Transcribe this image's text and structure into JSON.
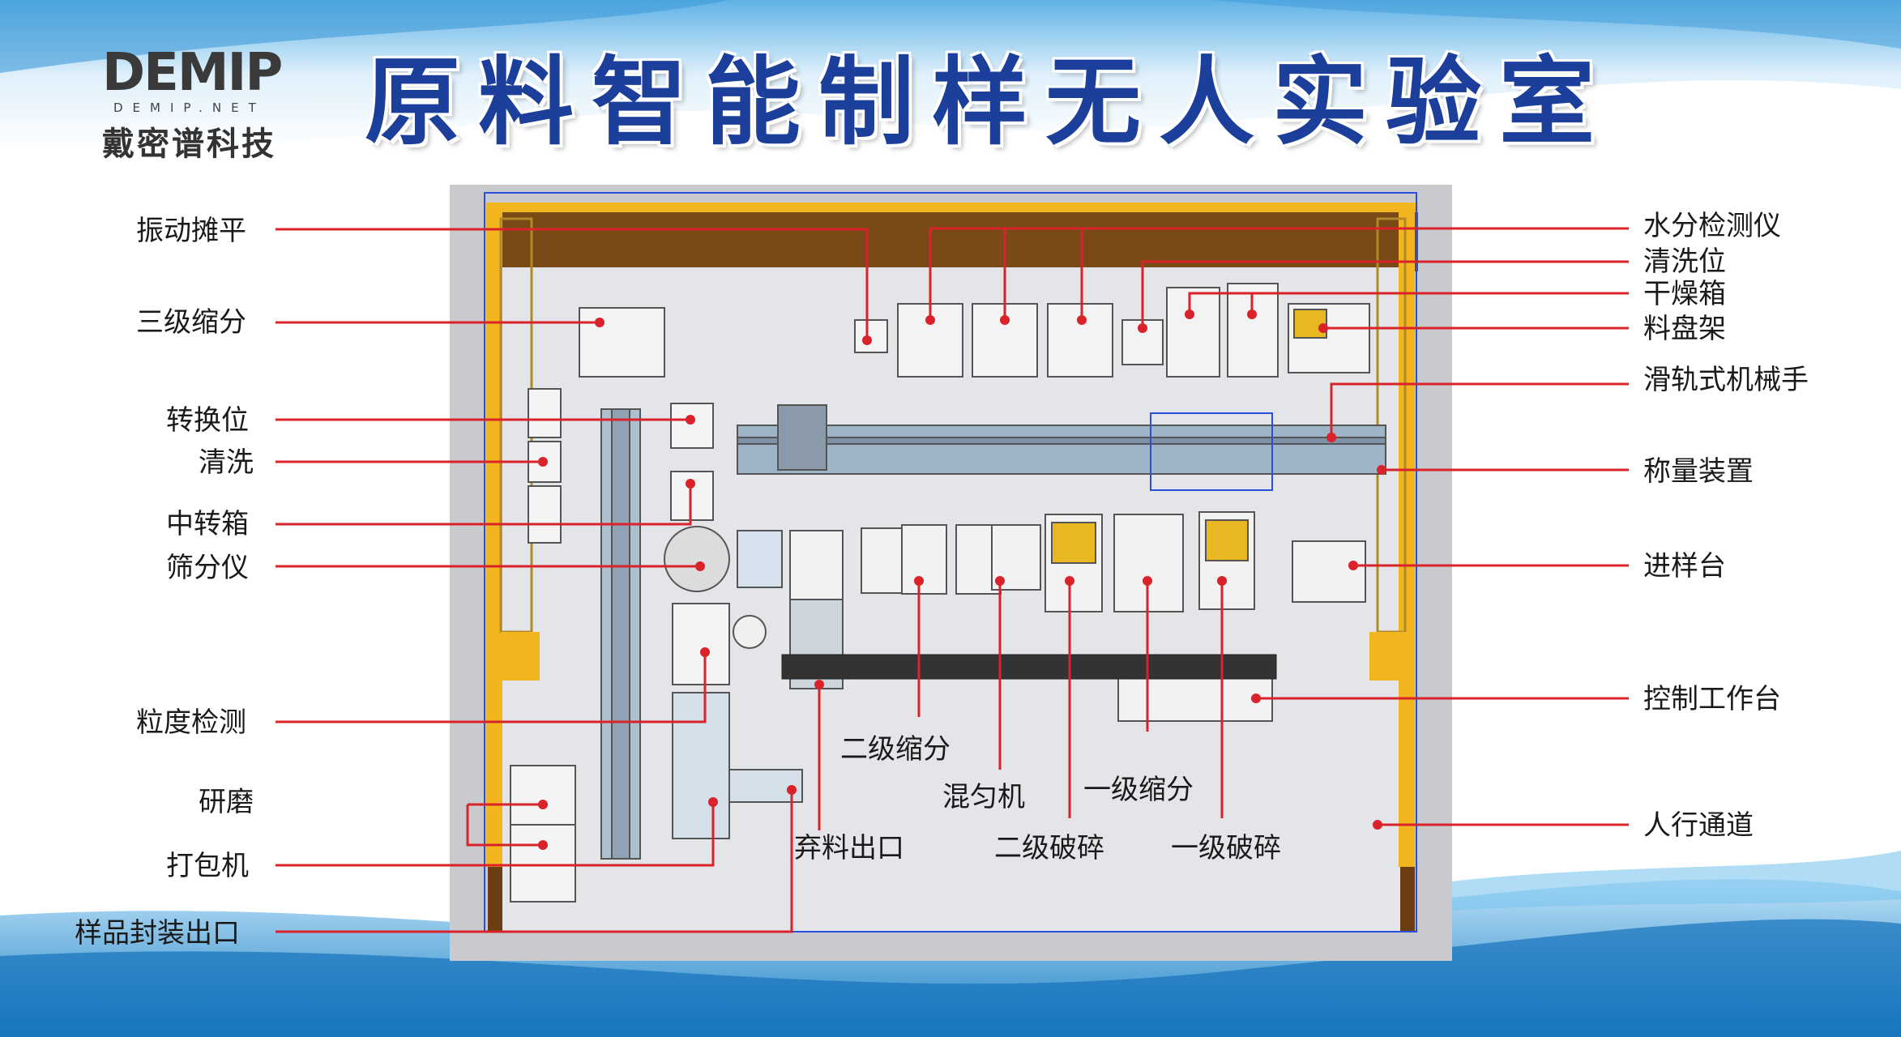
{
  "logo": {
    "brand": "DEMIP",
    "url_text": "DEMIP.NET",
    "company": "戴密谱科技"
  },
  "title": "原料智能制样无人实验室",
  "labels_left": [
    "振动摊平",
    "三级缩分",
    "转换位",
    "清洗",
    "中转箱",
    "筛分仪",
    "粒度检测",
    "研磨",
    "打包机",
    "样品封装出口"
  ],
  "labels_right": [
    "水分检测仪",
    "清洗位",
    "干燥箱",
    "料盘架",
    "滑轨式机械手",
    "称量装置",
    "进样台",
    "控制工作台",
    "人行通道"
  ],
  "labels_bottom": [
    "二级缩分",
    "混匀机",
    "一级缩分",
    "弃料出口",
    "二级破碎",
    "一级破碎"
  ],
  "colors": {
    "title": "#1b3f9a",
    "leader_line": "#d9222a",
    "frame_yellow": "#f2b51e",
    "frame_brown": "#6b3d10",
    "floor": "#e6e7ea",
    "machine_line": "#2b4fd8"
  }
}
